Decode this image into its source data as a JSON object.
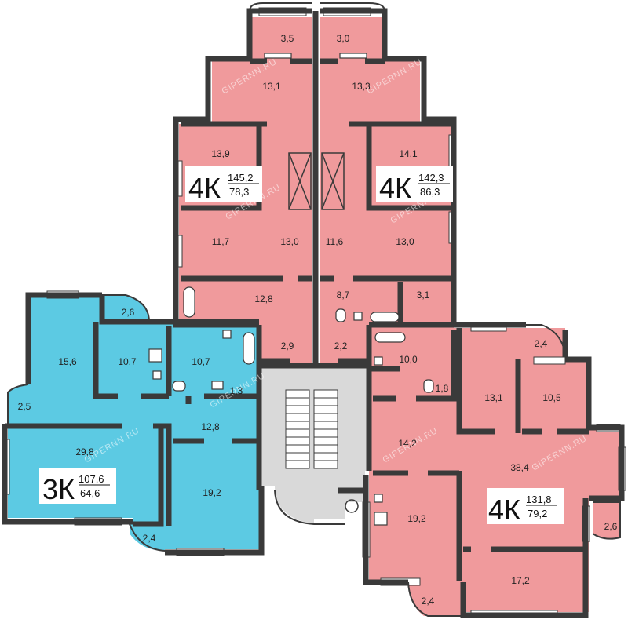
{
  "colors": {
    "pink": "#f09a9c",
    "blue": "#5ccae3",
    "stairs": "#d9d9d9",
    "wall": "#3a3a3a",
    "window": "#ffffff"
  },
  "apartments": [
    {
      "rooms_label": "4К",
      "total_area": "145,2",
      "living_area": "78,3"
    },
    {
      "rooms_label": "4К",
      "total_area": "142,3",
      "living_area": "86,3"
    },
    {
      "rooms_label": "3К",
      "total_area": "107,6",
      "living_area": "64,6"
    },
    {
      "rooms_label": "4К",
      "total_area": "131,8",
      "living_area": "79,2"
    }
  ],
  "room_areas": {
    "a1": [
      "3,5",
      "13,1",
      "13,9",
      "11,7",
      "13,0",
      "12,8",
      "2,9"
    ],
    "a2": [
      "3,0",
      "13,3",
      "14,1",
      "11,6",
      "13,0",
      "8,7",
      "3,1",
      "2,2"
    ],
    "a3": [
      "15,6",
      "2,6",
      "10,7",
      "10,7",
      "2,5",
      "1,3",
      "29,8",
      "12,8",
      "19,2",
      "2,4"
    ],
    "a4": [
      "10,0",
      "2,4",
      "1,8",
      "13,1",
      "10,5",
      "14,2",
      "38,4",
      "19,2",
      "2,6",
      "17,2",
      "2,4"
    ]
  },
  "watermark": "GIPERNN.RU"
}
